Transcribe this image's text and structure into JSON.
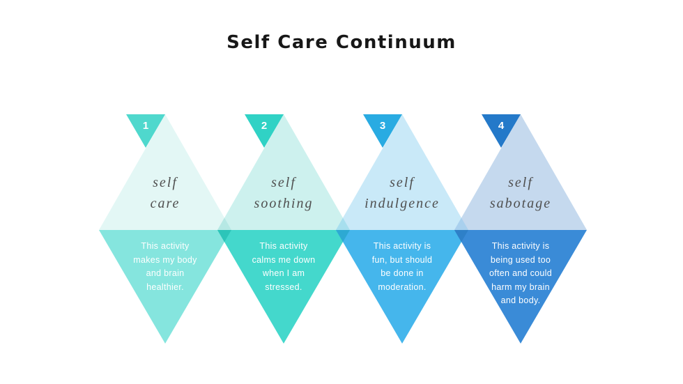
{
  "title": "Self Care Continuum",
  "units": [
    {
      "number": "1",
      "label": [
        "self",
        "care"
      ],
      "desc": [
        "This activity",
        "makes my body",
        "and brain",
        "healthier."
      ],
      "colors": {
        "badge": "#4fd8cd",
        "top": "#e3f7f5",
        "bottom": "#85e5de"
      }
    },
    {
      "number": "2",
      "label": [
        "self",
        "soothing"
      ],
      "desc": [
        "This activity",
        "calms me down",
        "when I am",
        "stressed."
      ],
      "colors": {
        "badge": "#30d2c5",
        "top": "#cdf1ee",
        "bottom": "#44d8cc"
      }
    },
    {
      "number": "3",
      "label": [
        "self",
        "indulgence"
      ],
      "desc": [
        "This activity is",
        "fun, but should",
        "be done in",
        "moderation."
      ],
      "colors": {
        "badge": "#29abe2",
        "top": "#c9e9f8",
        "bottom": "#45b6ec"
      }
    },
    {
      "number": "4",
      "label": [
        "self",
        "sabotage"
      ],
      "desc": [
        "This activity is",
        "being used too",
        "often and could",
        "harm my brain",
        "and body."
      ],
      "colors": {
        "badge": "#2479c9",
        "top": "#c5d9ee",
        "bottom": "#3a8bd7"
      }
    }
  ],
  "overlaps": [
    {
      "top": "#b6e8e4",
      "bottom": "#2cc5b9"
    },
    {
      "top": "#a7dfee",
      "bottom": "#2da9d3"
    },
    {
      "top": "#a9d0ee",
      "bottom": "#2e80c8"
    }
  ],
  "text_colors": {
    "title": "#171717",
    "label": "#4f4f4f",
    "body": "#ffffff"
  }
}
